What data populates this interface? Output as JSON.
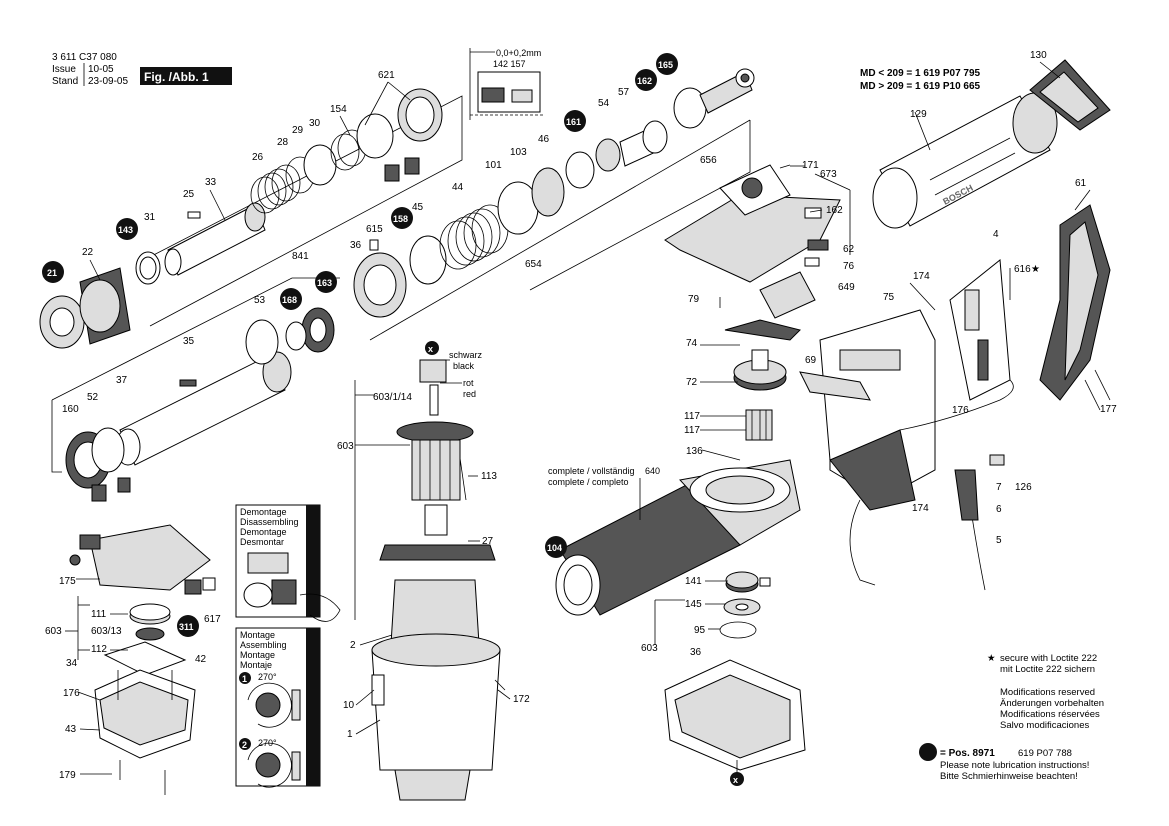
{
  "header": {
    "doc_number": "3 611 C37 080",
    "issue_label": "Issue",
    "issue_value": "10-05",
    "stand_label": "Stand",
    "stand_value": "23-09-05",
    "fig_label": "Fig. /Abb. 1"
  },
  "md_notes": [
    "MD < 209 = 1 619 P07 795",
    "MD > 209 = 1 619 P10 665"
  ],
  "dim_label": {
    "tolerance": "0,0+0,2mm",
    "parts": "142 157"
  },
  "part_labels": [
    {
      "id": "p621",
      "text": "621"
    },
    {
      "id": "p154",
      "text": "154"
    },
    {
      "id": "p30",
      "text": "30"
    },
    {
      "id": "p29",
      "text": "29"
    },
    {
      "id": "p28",
      "text": "28"
    },
    {
      "id": "p26",
      "text": "26"
    },
    {
      "id": "p33",
      "text": "33"
    },
    {
      "id": "p25",
      "text": "25"
    },
    {
      "id": "p31",
      "text": "31"
    },
    {
      "id": "p22",
      "text": "22"
    },
    {
      "id": "p841",
      "text": "841"
    },
    {
      "id": "p615",
      "text": "615"
    },
    {
      "id": "p36a",
      "text": "36"
    },
    {
      "id": "p45",
      "text": "45"
    },
    {
      "id": "p44",
      "text": "44"
    },
    {
      "id": "p101",
      "text": "101"
    },
    {
      "id": "p103",
      "text": "103"
    },
    {
      "id": "p46",
      "text": "46"
    },
    {
      "id": "p54",
      "text": "54"
    },
    {
      "id": "p57",
      "text": "57"
    },
    {
      "id": "p656",
      "text": "656"
    },
    {
      "id": "p654",
      "text": "654"
    },
    {
      "id": "p53",
      "text": "53"
    },
    {
      "id": "p35",
      "text": "35"
    },
    {
      "id": "p37",
      "text": "37"
    },
    {
      "id": "p52",
      "text": "52"
    },
    {
      "id": "p160",
      "text": "160"
    },
    {
      "id": "p171",
      "text": "171"
    },
    {
      "id": "p673",
      "text": "673"
    },
    {
      "id": "p162",
      "text": "162"
    },
    {
      "id": "p62",
      "text": "62"
    },
    {
      "id": "p76",
      "text": "76"
    },
    {
      "id": "p649",
      "text": "649"
    },
    {
      "id": "p79",
      "text": "79"
    },
    {
      "id": "p74",
      "text": "74"
    },
    {
      "id": "p72",
      "text": "72"
    },
    {
      "id": "p117a",
      "text": "117"
    },
    {
      "id": "p117b",
      "text": "117"
    },
    {
      "id": "p136",
      "text": "136"
    },
    {
      "id": "p130",
      "text": "130"
    },
    {
      "id": "p129",
      "text": "129"
    },
    {
      "id": "p61",
      "text": "61"
    },
    {
      "id": "p4",
      "text": "4"
    },
    {
      "id": "p616",
      "text": "616"
    },
    {
      "id": "p174a",
      "text": "174"
    },
    {
      "id": "p75",
      "text": "75"
    },
    {
      "id": "p69",
      "text": "69"
    },
    {
      "id": "p177",
      "text": "177"
    },
    {
      "id": "p176a",
      "text": "176"
    },
    {
      "id": "p126",
      "text": "126"
    },
    {
      "id": "p7",
      "text": "7"
    },
    {
      "id": "p174b",
      "text": "174"
    },
    {
      "id": "p6",
      "text": "6"
    },
    {
      "id": "p5",
      "text": "5"
    },
    {
      "id": "p603a",
      "text": "603/1/14"
    },
    {
      "id": "p603b",
      "text": "603"
    },
    {
      "id": "p113",
      "text": "113"
    },
    {
      "id": "p27",
      "text": "27"
    },
    {
      "id": "p2",
      "text": "2"
    },
    {
      "id": "p10",
      "text": "10"
    },
    {
      "id": "p1",
      "text": "1"
    },
    {
      "id": "p172",
      "text": "172"
    },
    {
      "id": "p175",
      "text": "175"
    },
    {
      "id": "p111",
      "text": "111"
    },
    {
      "id": "p603c",
      "text": "603"
    },
    {
      "id": "p603d",
      "text": "603/13"
    },
    {
      "id": "p112",
      "text": "112"
    },
    {
      "id": "p34",
      "text": "34"
    },
    {
      "id": "p617",
      "text": "617"
    },
    {
      "id": "p42",
      "text": "42"
    },
    {
      "id": "p176b",
      "text": "176"
    },
    {
      "id": "p43",
      "text": "43"
    },
    {
      "id": "p179",
      "text": "179"
    },
    {
      "id": "p141",
      "text": "141"
    },
    {
      "id": "p145",
      "text": "145"
    },
    {
      "id": "p95",
      "text": "95"
    },
    {
      "id": "p603e",
      "text": "603"
    },
    {
      "id": "p36b",
      "text": "36"
    }
  ],
  "bubbles": [
    {
      "id": "b165",
      "text": "165"
    },
    {
      "id": "b162",
      "text": "162"
    },
    {
      "id": "b161",
      "text": "161"
    },
    {
      "id": "b143",
      "text": "143"
    },
    {
      "id": "b21",
      "text": "21"
    },
    {
      "id": "b158",
      "text": "158"
    },
    {
      "id": "b168",
      "text": "168"
    },
    {
      "id": "b163",
      "text": "163"
    },
    {
      "id": "b104",
      "text": "104"
    },
    {
      "id": "b311",
      "text": "311"
    }
  ],
  "wire_labels": {
    "schwarz": "schwarz",
    "black": "black",
    "rot": "rot",
    "red": "red"
  },
  "complete_labels": {
    "line1": "complete / vollständig",
    "line2": "complete / completo",
    "part": "640"
  },
  "demontage_box": {
    "lines": [
      "Demontage",
      "Disassembling",
      "Demontage",
      "Desmontar"
    ]
  },
  "montage_box": {
    "lines": [
      "Montage",
      "Assembling",
      "Montage",
      "Montaje"
    ],
    "angle1": "270°",
    "angle2": "270°",
    "step1": "1",
    "step2": "2"
  },
  "x_marks": [
    "x",
    "x"
  ],
  "loctite_note": {
    "star": "★",
    "line1": "secure with Loctite 222",
    "line2": "mit Loctite 222 sichern"
  },
  "modifications": [
    "Modifications reserved",
    "Änderungen vorbehalten",
    "Modifications réservées",
    "Salvo modificaciones"
  ],
  "lubrication": {
    "prefix": "= Pos. 8971",
    "code": "619 P07 788",
    "line2": "Please note lubrication instructions!",
    "line3": "Bitte Schmierhinweise beachten!"
  },
  "brand_marks": {
    "handle_brand": "BOSCH"
  }
}
